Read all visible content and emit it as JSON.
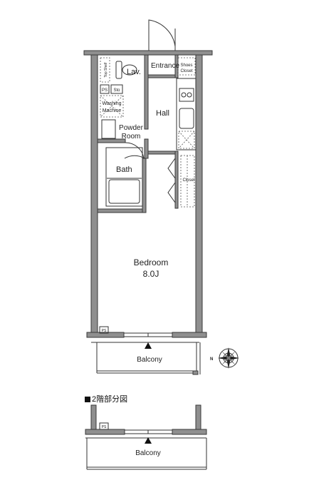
{
  "labels": {
    "lav": "Lav.",
    "entrance": "Entrance",
    "shoes_closet_line1": "Shoes",
    "shoes_closet_line2": "Closet",
    "top_shelf": "Top Shelf",
    "ps_small": "PS",
    "sto": "Sto",
    "washing_machine_line1": "Washing",
    "washing_machine_line2": "Machine",
    "powder_room_line1": "Powder",
    "powder_room_line2": "Room",
    "hall": "Hall",
    "bath": "Bath",
    "closet": "Closet",
    "bedroom": "Bedroom",
    "bedroom_size": "8.0J",
    "ps_bottom": "PS",
    "balcony": "Balcony",
    "north": "N",
    "floor2_heading": "2階部分図",
    "ps_floor2": "PS",
    "balcony_floor2": "Balcony"
  }
}
